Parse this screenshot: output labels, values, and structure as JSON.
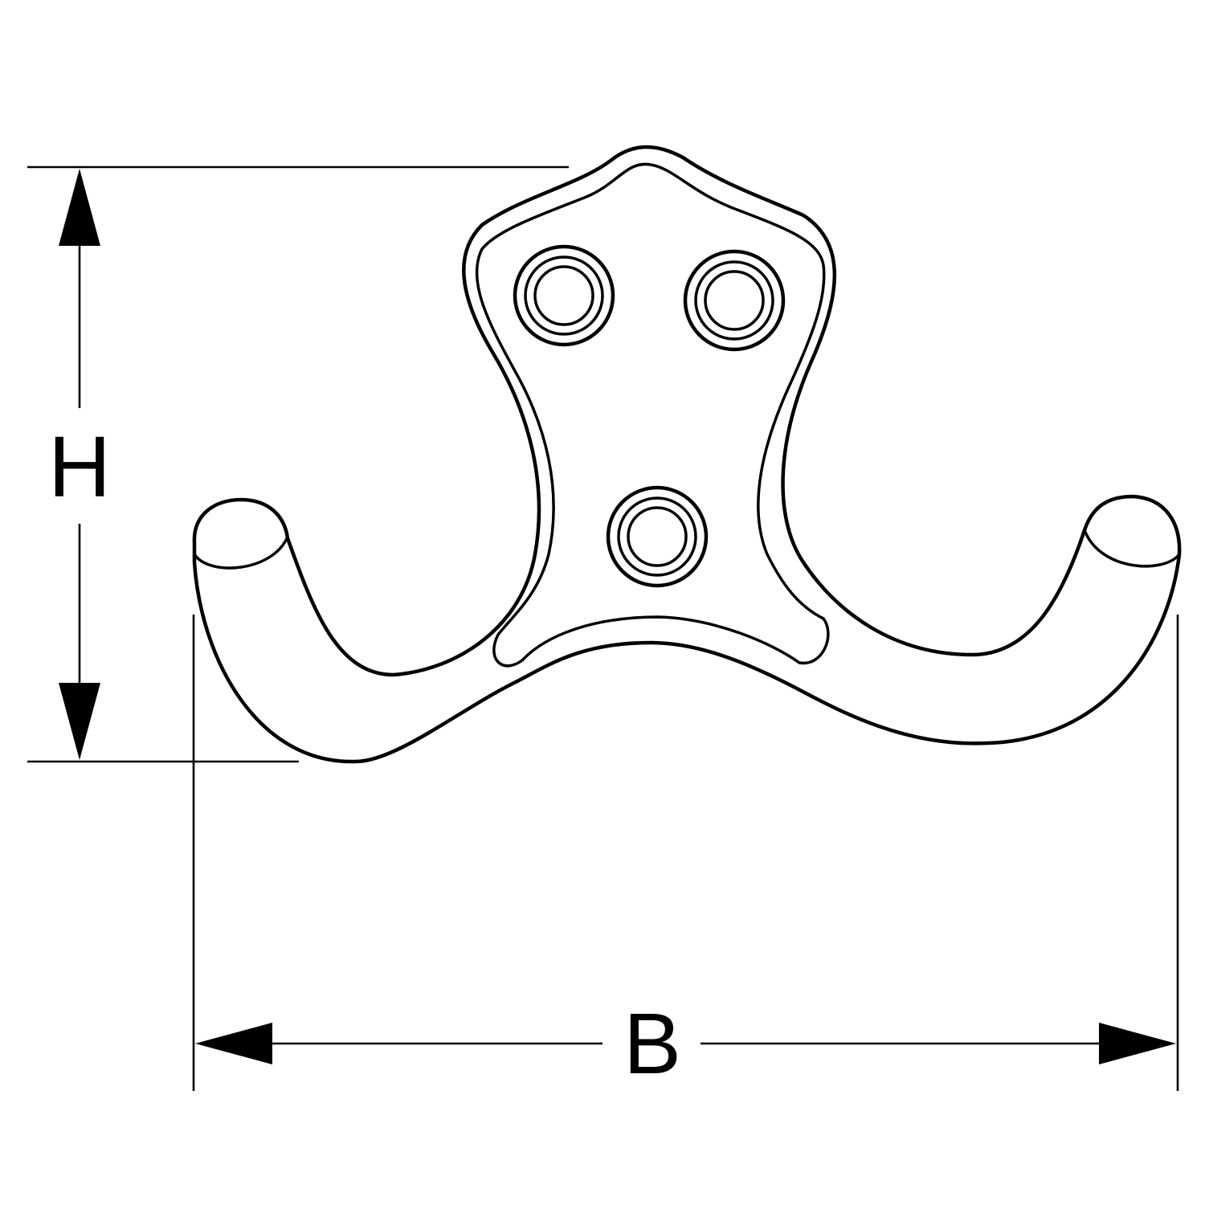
{
  "diagram": {
    "subject": "double-coat-hook",
    "stroke_color": "#000000",
    "background_color": "#ffffff",
    "dimensions": {
      "height_label": "H",
      "width_label": "B"
    }
  }
}
